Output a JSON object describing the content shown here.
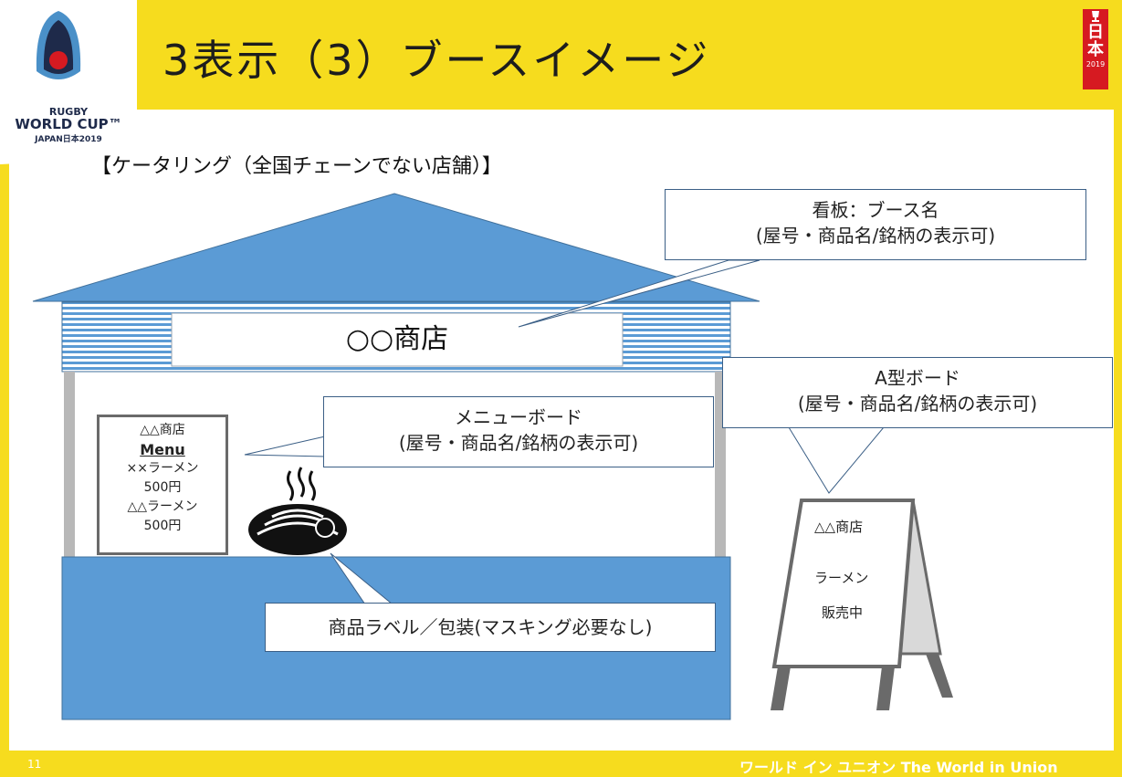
{
  "slide": {
    "title": "3表示（3）ブースイメージ",
    "subtitle": "【ケータリング（全国チェーンでない店舗）】",
    "number": "11",
    "tagline": "ワールド イン ユニオン  The World in Union"
  },
  "logo": {
    "line1": "RUGBY",
    "line2": "WORLD CUP™",
    "line3": "JAPAN日本2019"
  },
  "badge": {
    "kanji1": "日",
    "kanji2": "本",
    "year": "2019"
  },
  "booth": {
    "signboard": "○○商店"
  },
  "menu_board": {
    "shop": "△△商店",
    "title": "Menu",
    "item1": "××ラーメン",
    "price1": "500円",
    "item2": "△△ラーメン",
    "price2": "500円"
  },
  "a_board": {
    "shop": "△△商店",
    "product": "ラーメン",
    "status": "販売中"
  },
  "callouts": {
    "signboard": {
      "line1": "看板：ブース名",
      "line2": "(屋号・商品名/銘柄の表示可)"
    },
    "menu": {
      "line1": "メニューボード",
      "line2": "(屋号・商品名/銘柄の表示可)"
    },
    "aboard": {
      "line1": "A型ボード",
      "line2": "(屋号・商品名/銘柄の表示可)"
    },
    "label": {
      "line1": "商品ラベル／包装(マスキング必要なし)"
    }
  },
  "colors": {
    "background": "#f6dc1e",
    "booth_blue": "#5b9bd5",
    "callout_border": "#3b5f86",
    "badge_red": "#d61a21"
  }
}
